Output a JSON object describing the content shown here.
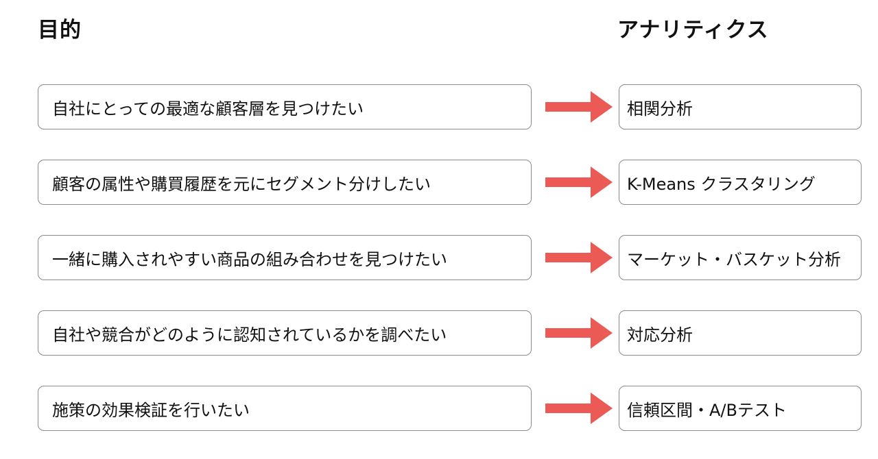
{
  "headings": {
    "left": "目的",
    "right": "アナリティクス"
  },
  "colors": {
    "arrow": "#ec5a56",
    "box_border": "#8a8a8a"
  },
  "rows": [
    {
      "goal": "自社にとっての最適な顧客層を見つけたい",
      "method": "相関分析"
    },
    {
      "goal": "顧客の属性や購買履歴を元にセグメント分けしたい",
      "method": "K-Means クラスタリング"
    },
    {
      "goal": "一緒に購入されやすい商品の組み合わせを見つけたい",
      "method": "マーケット・バスケット分析"
    },
    {
      "goal": "自社や競合がどのように認知されているかを調べたい",
      "method": "対応分析"
    },
    {
      "goal": "施策の効果検証を行いたい",
      "method": "信頼区間・A/Bテスト"
    }
  ]
}
